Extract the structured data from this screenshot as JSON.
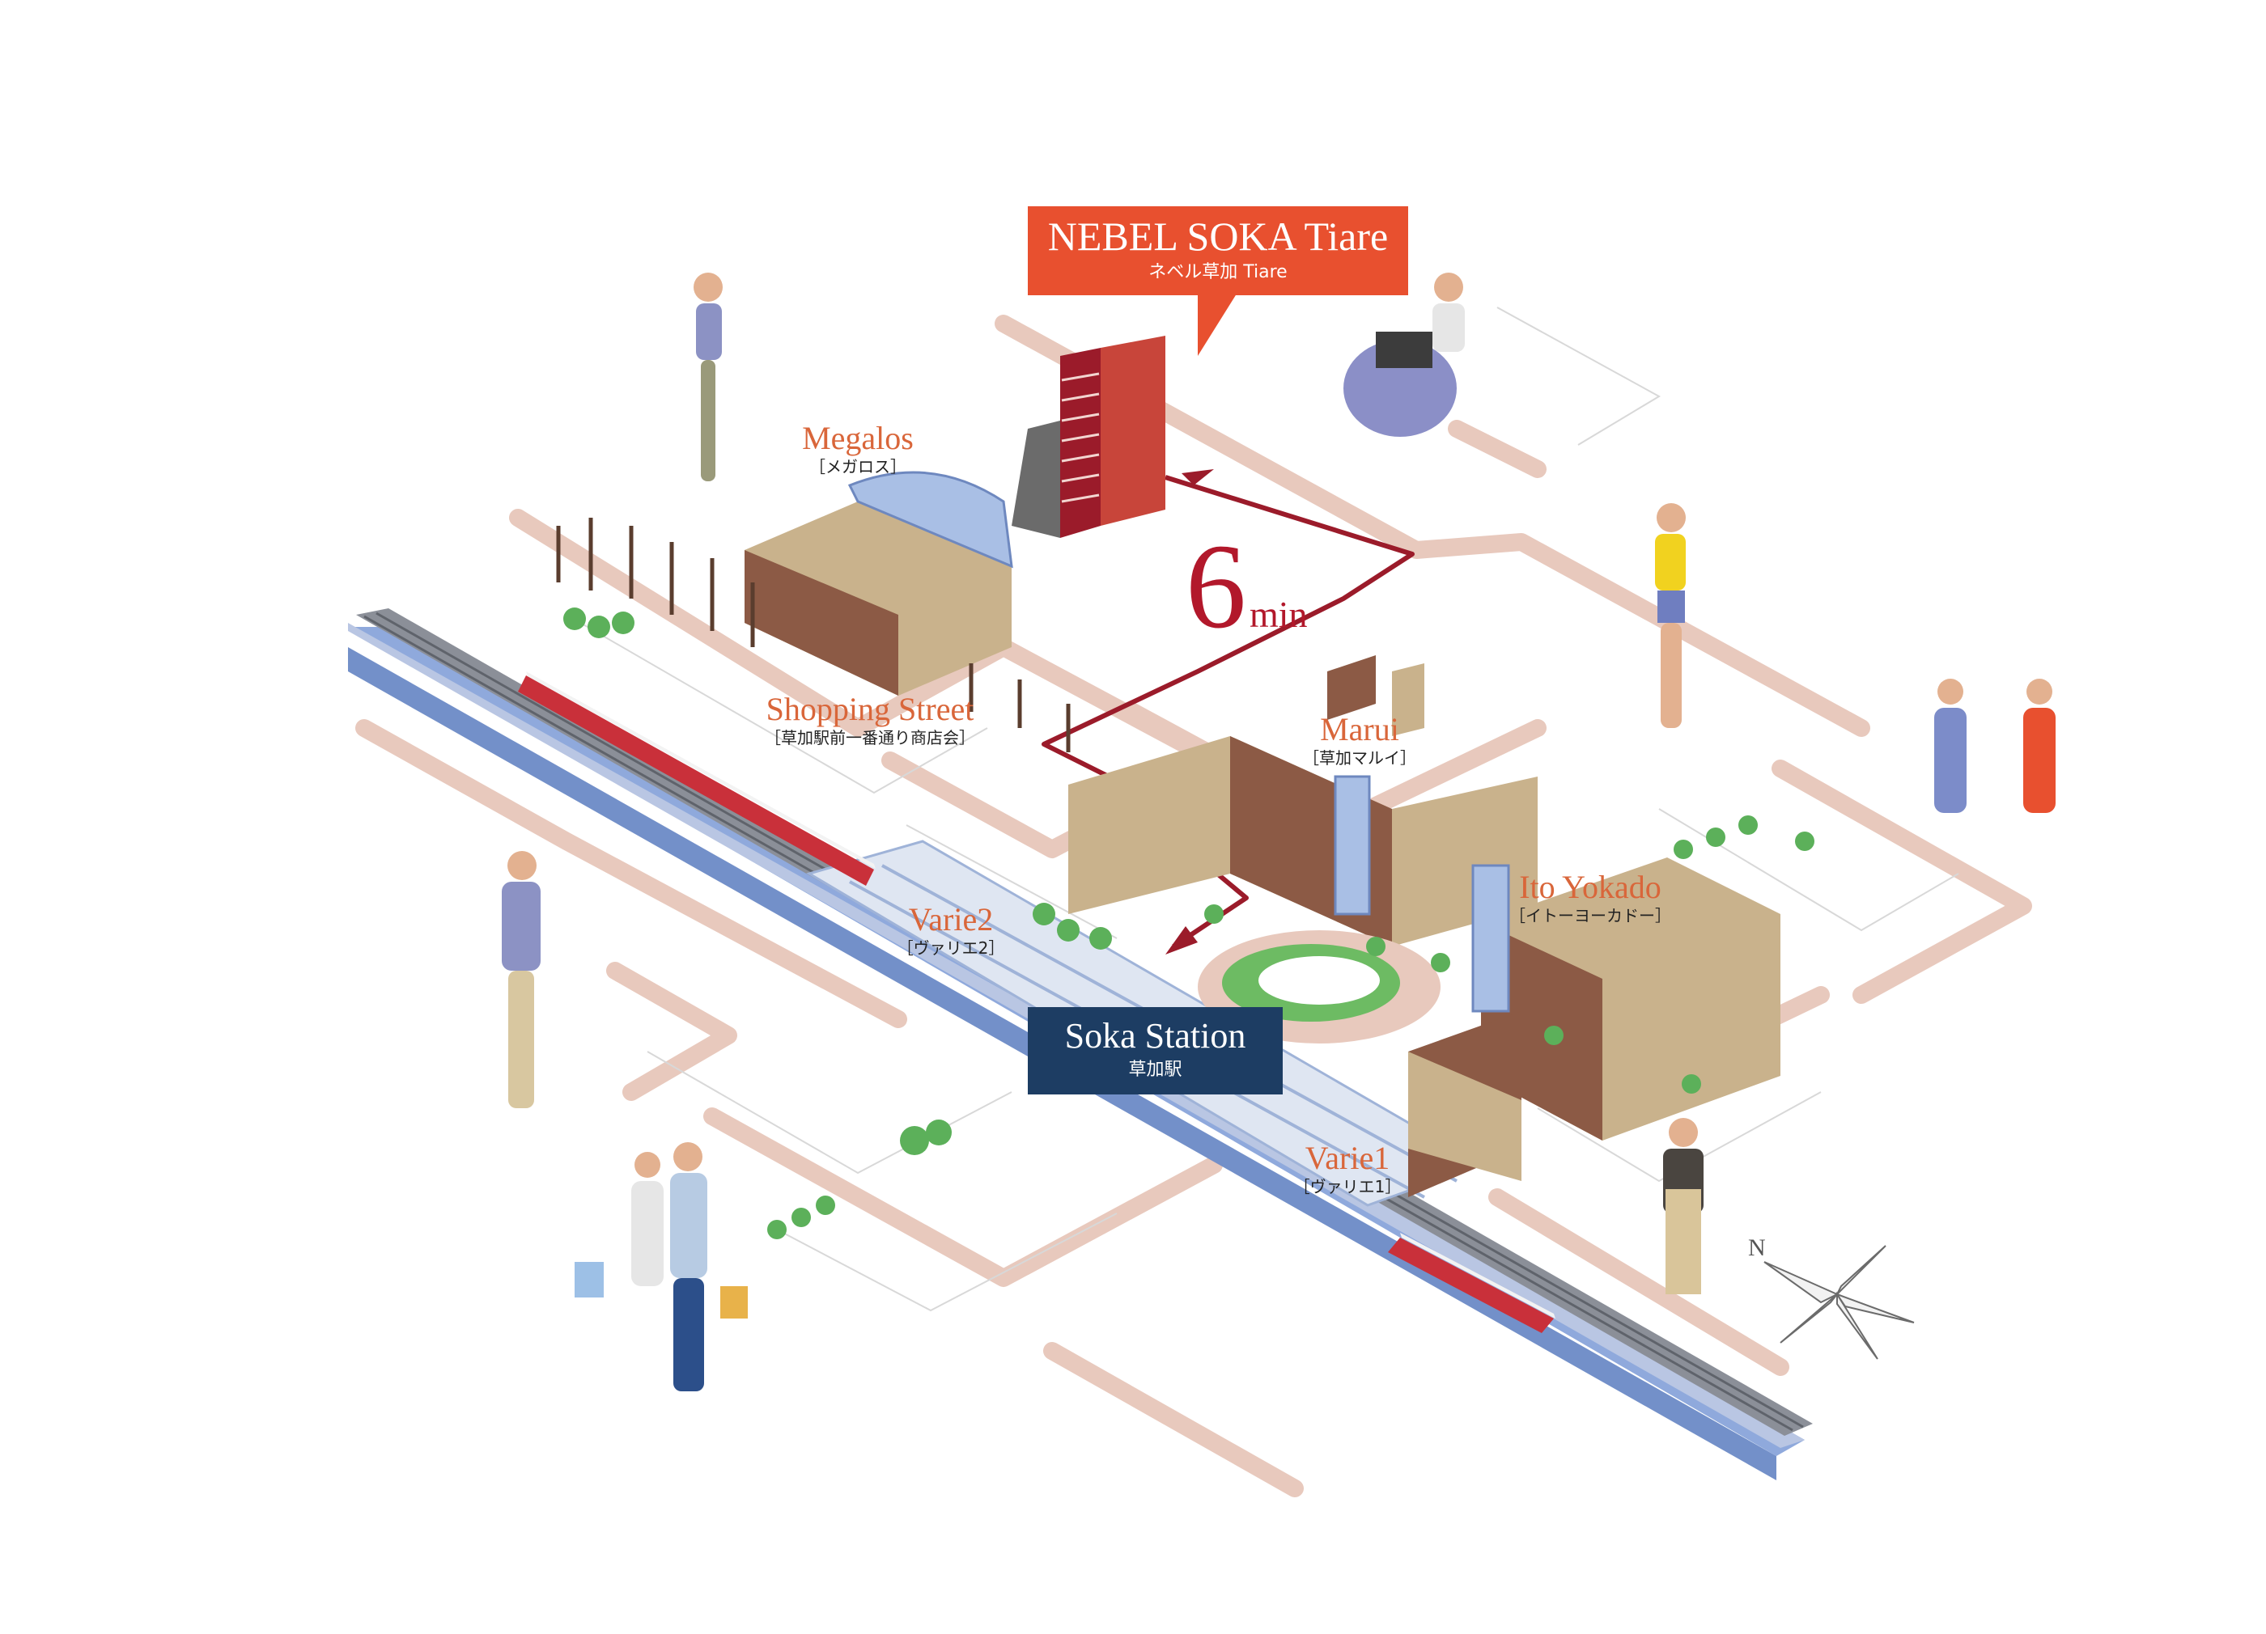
{
  "callout": {
    "title": "NEBEL SOKA Tiare",
    "subtitle": "ネベル草加 Tiare"
  },
  "station": {
    "title": "Soka Station",
    "subtitle": "草加駅"
  },
  "walk_time": {
    "value": "6",
    "unit": "min"
  },
  "pois": {
    "megalos": {
      "en": "Megalos",
      "ja": "［メガロス］"
    },
    "shopping": {
      "en": "Shopping Street",
      "ja": "［草加駅前一番通り商店会］"
    },
    "marui": {
      "en": "Marui",
      "ja": "［草加マルイ］"
    },
    "itoyokado": {
      "en": "Ito Yokado",
      "ja": "［イトーヨーカドー］"
    },
    "varie2": {
      "en": "Varie2",
      "ja": "［ヴァリエ2］"
    },
    "varie1": {
      "en": "Varie1",
      "ja": "［ヴァリエ1］"
    }
  },
  "colors": {
    "route": "#9b1b2a",
    "callout_bg": "#e8502f",
    "station_bg": "#1d3d63",
    "poi_label": "#d9663a",
    "road": "#e8c9bd",
    "rail": "#8b8f98",
    "viaduct": "#8fa9dc",
    "building_tan": "#c9b28c",
    "building_brown": "#8c5a45",
    "tree": "#5cb05a"
  },
  "compass": {
    "icon": "compass-rose-icon",
    "label": "N"
  }
}
